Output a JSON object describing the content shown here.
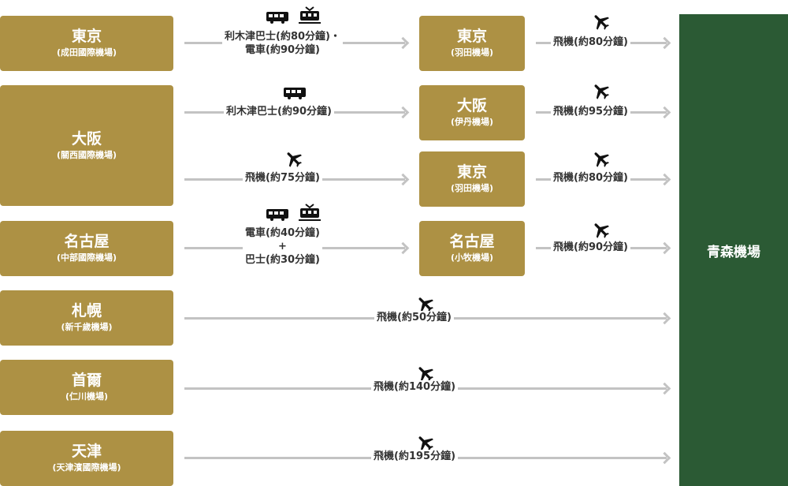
{
  "origins": [
    {
      "name": "東京",
      "sub": "(成田國際機場)"
    },
    {
      "name": "大阪",
      "sub": "(關西國際機場)"
    },
    {
      "name": "名古屋",
      "sub": "(中部國際機場)"
    },
    {
      "name": "札幌",
      "sub": "(新千歲機場)"
    },
    {
      "name": "首爾",
      "sub": "(仁川機場)"
    },
    {
      "name": "天津",
      "sub": "(天津濱國際機場)"
    }
  ],
  "transfers": [
    {
      "name": "東京",
      "sub": "(羽田機場)"
    },
    {
      "name": "大阪",
      "sub": "(伊丹機場)"
    },
    {
      "name": "東京",
      "sub": "(羽田機場)"
    },
    {
      "name": "名古屋",
      "sub": "(小牧機場)"
    }
  ],
  "destination": {
    "name": "青森機場"
  },
  "legs1": [
    {
      "line1": "利木津巴士(約80分鐘)・",
      "line2": "電車(約90分鐘)"
    },
    {
      "line1": "利木津巴士(約90分鐘)",
      "line2": ""
    },
    {
      "line1": "飛機(約75分鐘)",
      "line2": ""
    },
    {
      "line1": "電車(約40分鐘)",
      "line2": "+",
      "line3": "巴士(約30分鐘)"
    }
  ],
  "legs2": [
    {
      "label": "飛機(約80分鐘)"
    },
    {
      "label": "飛機(約95分鐘)"
    },
    {
      "label": "飛機(約80分鐘)"
    },
    {
      "label": "飛機(約90分鐘)"
    }
  ],
  "direct": [
    {
      "label": "飛機(約50分鐘)"
    },
    {
      "label": "飛機(約140分鐘)"
    },
    {
      "label": "飛機(約195分鐘)"
    }
  ],
  "icons": {
    "plane": "plane-icon",
    "bus": "bus-icon",
    "train": "train-icon",
    "box_color": "#ad9144",
    "dest_color": "#2b5a34",
    "line_color": "#c3c3c3"
  }
}
